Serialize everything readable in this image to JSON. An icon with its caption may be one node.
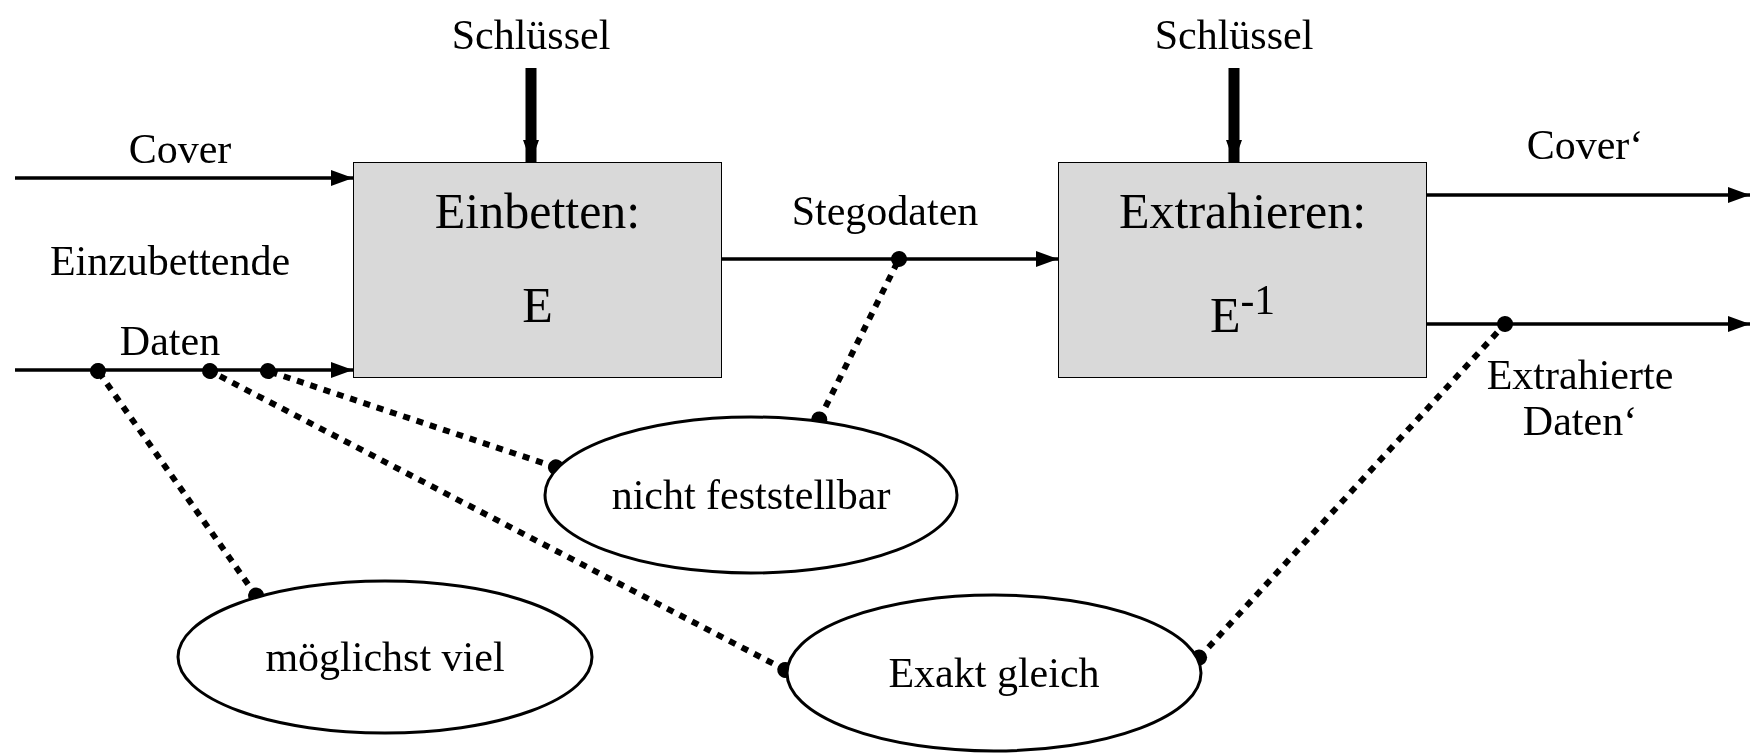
{
  "diagram": {
    "nodes": [
      {
        "text": [
          "Schlüssel"
        ]
      },
      {
        "text": [
          "Schlüssel"
        ]
      },
      {
        "text": [
          "Einbetten:",
          "E"
        ]
      },
      {
        "text": [
          "Extrahieren:",
          "E$^{-1}$"
        ]
      },
      {
        "text": [
          "nicht feststellbar"
        ]
      },
      {
        "text": [
          "möglichst viel"
        ]
      },
      {
        "text": [
          "Exakt gleich"
        ]
      }
    ],
    "edges": [
      {
        "from": null,
        "to": 2,
        "arrow": "to",
        "label": "Cover"
      },
      {
        "from": null,
        "to": 2,
        "arrow": "to",
        "label": "Einzubettende Daten"
      },
      {
        "from": 0,
        "to": 2,
        "arrow": "to",
        "style": "thick"
      },
      {
        "from": 2,
        "to": 3,
        "arrow": "to",
        "label": "Stegodaten"
      },
      {
        "from": 1,
        "to": 3,
        "arrow": "to",
        "style": "thick"
      },
      {
        "from": 3,
        "to": null,
        "arrow": "to",
        "label": "Cover‘"
      },
      {
        "from": 3,
        "to": null,
        "arrow": "to",
        "label": "Extrahierte Daten‘"
      },
      {
        "from": 4,
        "to": null,
        "arrow": "other",
        "style": "dashed"
      },
      {
        "from": 4,
        "to": null,
        "arrow": "other",
        "style": "dashed"
      },
      {
        "from": 5,
        "to": null,
        "arrow": "other",
        "style": "dashed"
      },
      {
        "from": 6,
        "to": null,
        "arrow": "other",
        "style": "dashed"
      },
      {
        "from": 6,
        "to": null,
        "arrow": "other",
        "style": "dashed"
      }
    ]
  }
}
